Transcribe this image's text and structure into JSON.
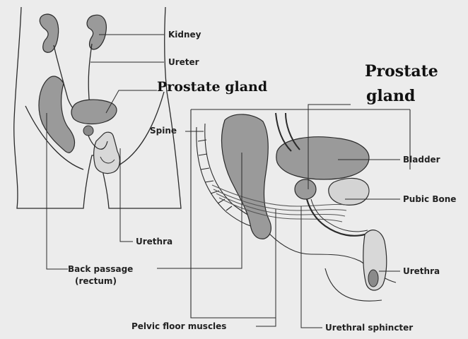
{
  "labels": {
    "kidney": "Kidney",
    "ureter": "Ureter",
    "prostate_gland_front": "Prostate gland",
    "prostate_title_line1": "Prostate",
    "prostate_title_line2": "gland",
    "spine": "Spine",
    "bladder": "Bladder",
    "pubic_bone": "Pubic Bone",
    "urethra_front": "Urethra",
    "urethra_side": "Urethra",
    "back_passage_line1": "Back passage",
    "back_passage_line2": "(rectum)",
    "pelvic_floor_muscles": "Pelvic floor muscles",
    "urethral_sphincter": "Urethral sphincter"
  },
  "colors": {
    "organ_fill": "#9a9a9a",
    "organ_dark": "#6f6f6f",
    "line": "#2a2a2a",
    "background": "#ececec"
  }
}
